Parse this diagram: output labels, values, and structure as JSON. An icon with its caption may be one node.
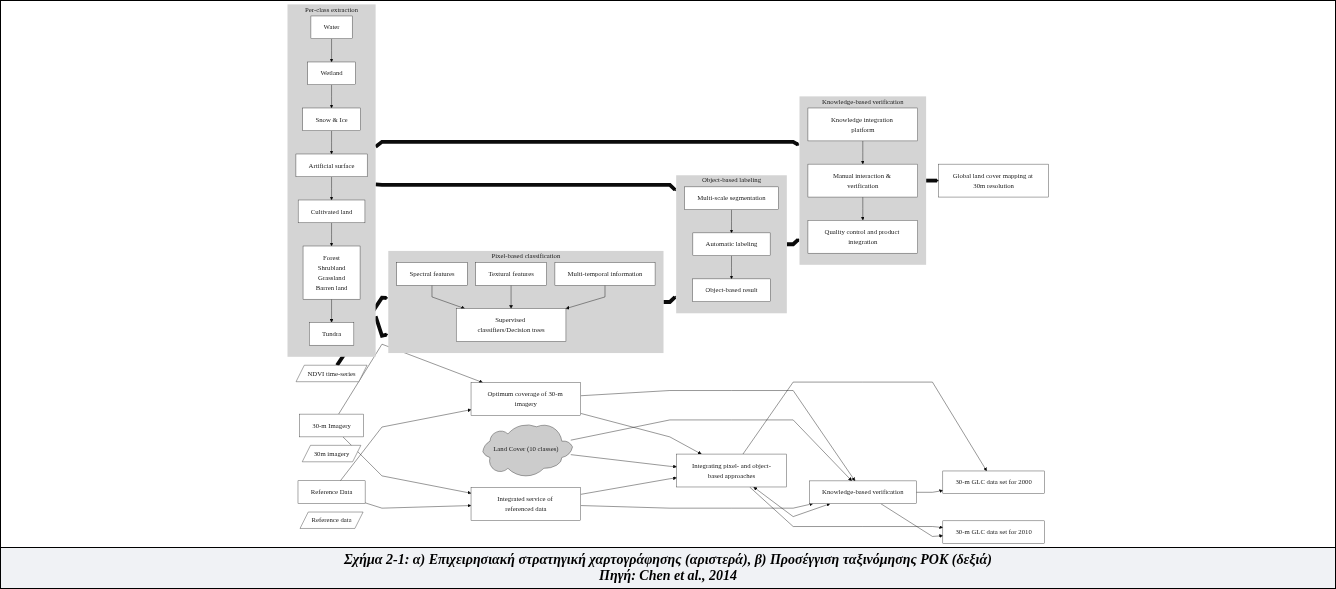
{
  "diagram": {
    "caption": "Σχήμα 2-1: α) Επιχειρησιακή στρατηγική χαρτογράφησης (αριστερά), β) Προσέγγιση ταξινόμησης ΡΟΚ (δεξιά)",
    "nodes": [
      {
        "text": [
          "30-m Imagery"
        ]
      },
      {
        "text": [
          "Land Cover (10 classes)"
        ]
      },
      {
        "text": [
          "Reference Data"
        ]
      },
      {
        "text": [
          "Optimum coverage of 30-m imagery"
        ]
      },
      {
        "text": [
          "Integrated service of referenced data"
        ]
      },
      {
        "text": [
          "Integrating pixel- and object-based approaches"
        ]
      },
      {
        "text": [
          "Knowledge-based verification"
        ]
      },
      {
        "text": [
          "30-m GLC data set for 2000"
        ]
      },
      {
        "text": [
          "30-m GLC data set for 2010"
        ]
      },
      {
        "text": [
          "30m imagery"
        ]
      },
      {
        "text": [
          "NDVI time-series"
        ]
      },
      {
        "text": [
          "Reference data"
        ]
      },
      {
        "text": [
          "Per-class extraction"
        ]
      },
      {
        "text": [
          "Water"
        ],
        "in": 12
      },
      {
        "text": [
          "Wetland"
        ],
        "in": 12
      },
      {
        "text": [
          "Snow & Ice"
        ],
        "in": 12
      },
      {
        "text": [
          "Artificial surface"
        ],
        "in": 12
      },
      {
        "text": [
          "Cultivated land"
        ],
        "in": 12
      },
      {
        "text": [
          "Forest",
          "Shrubland",
          "Grassland",
          "Barren land"
        ],
        "in": 12
      },
      {
        "text": [
          "Tundra"
        ],
        "in": 12
      },
      {
        "text": [
          "Pixel-based classification"
        ]
      },
      {
        "text": [
          "Spectral features"
        ],
        "in": 20
      },
      {
        "text": [
          "Textural features"
        ],
        "in": 20
      },
      {
        "text": [
          "Multi-temporal information"
        ],
        "in": 20
      },
      {
        "text": [
          "Supervised classifiers/Decision trees"
        ],
        "in": 20
      },
      {
        "text": [
          "Object-based labeling"
        ]
      },
      {
        "text": [
          "Multi-scale segmentation"
        ],
        "in": 25
      },
      {
        "text": [
          "Automatic labeling"
        ],
        "in": 25
      },
      {
        "text": [
          "Object-based result"
        ],
        "in": 25
      },
      {
        "text": [
          "Knowledge-based verification"
        ]
      },
      {
        "text": [
          "Knowledge integration platform"
        ],
        "in": 29
      },
      {
        "text": [
          "Manual interaction & verification"
        ],
        "in": 29
      },
      {
        "text": [
          "Quality control and product integration"
        ],
        "in": 29
      },
      {
        "text": [
          "Global land cover mapping at 30m resolution"
        ]
      }
    ],
    "edges": [
      {
        "from": 0,
        "to": 3,
        "arrow": "to"
      },
      {
        "from": 0,
        "to": 4,
        "arrow": "to"
      },
      {
        "from": 2,
        "to": 3,
        "arrow": "to"
      },
      {
        "from": 2,
        "to": 4,
        "arrow": "to"
      },
      {
        "from": 3,
        "to": 5,
        "arrow": "to"
      },
      {
        "from": 3,
        "to": 6,
        "arrow": "to"
      },
      {
        "from": 1,
        "to": 5,
        "arrow": "to"
      },
      {
        "from": 1,
        "to": 6,
        "arrow": "to"
      },
      {
        "from": 4,
        "to": 5,
        "arrow": "to"
      },
      {
        "from": 4,
        "to": 6,
        "arrow": "to"
      },
      {
        "from": 5,
        "to": 6,
        "arrow": "both"
      },
      {
        "from": 5,
        "to": 7,
        "arrow": "to"
      },
      {
        "from": 5,
        "to": 8,
        "arrow": "to"
      },
      {
        "from": 6,
        "to": 7,
        "arrow": "to"
      },
      {
        "from": 6,
        "to": 8,
        "arrow": "to"
      },
      {
        "from": 10,
        "to": 20,
        "arrow": "to",
        "style": "thick"
      },
      {
        "from": 13,
        "to": 14,
        "arrow": "to"
      },
      {
        "from": 14,
        "to": 15,
        "arrow": "to"
      },
      {
        "from": 15,
        "to": 16,
        "arrow": "to"
      },
      {
        "from": 16,
        "to": 17,
        "arrow": "to"
      },
      {
        "from": 17,
        "to": 18,
        "arrow": "to"
      },
      {
        "from": 18,
        "to": 19,
        "arrow": "to"
      },
      {
        "from": 12,
        "to": 20,
        "arrow": "to",
        "style": "thick"
      },
      {
        "from": 12,
        "to": 25,
        "arrow": "to",
        "style": "thick"
      },
      {
        "from": 12,
        "to": 29,
        "arrow": "to",
        "style": "thick"
      },
      {
        "from": 21,
        "to": 24,
        "arrow": "to"
      },
      {
        "from": 22,
        "to": 24,
        "arrow": "to"
      },
      {
        "from": 23,
        "to": 24,
        "arrow": "to"
      },
      {
        "from": 20,
        "to": 25,
        "arrow": "to",
        "style": "thick"
      },
      {
        "from": 26,
        "to": 27,
        "arrow": "to"
      },
      {
        "from": 27,
        "to": 28,
        "arrow": "to"
      },
      {
        "from": 25,
        "to": 29,
        "arrow": "to",
        "style": "thick"
      },
      {
        "from": 30,
        "to": 31,
        "arrow": "to"
      },
      {
        "from": 31,
        "to": 32,
        "arrow": "to"
      },
      {
        "from": 29,
        "to": 33,
        "arrow": "to",
        "style": "thick"
      }
    ],
    "labels": [
      "Πηγή: Chen et al., 2014"
    ]
  }
}
